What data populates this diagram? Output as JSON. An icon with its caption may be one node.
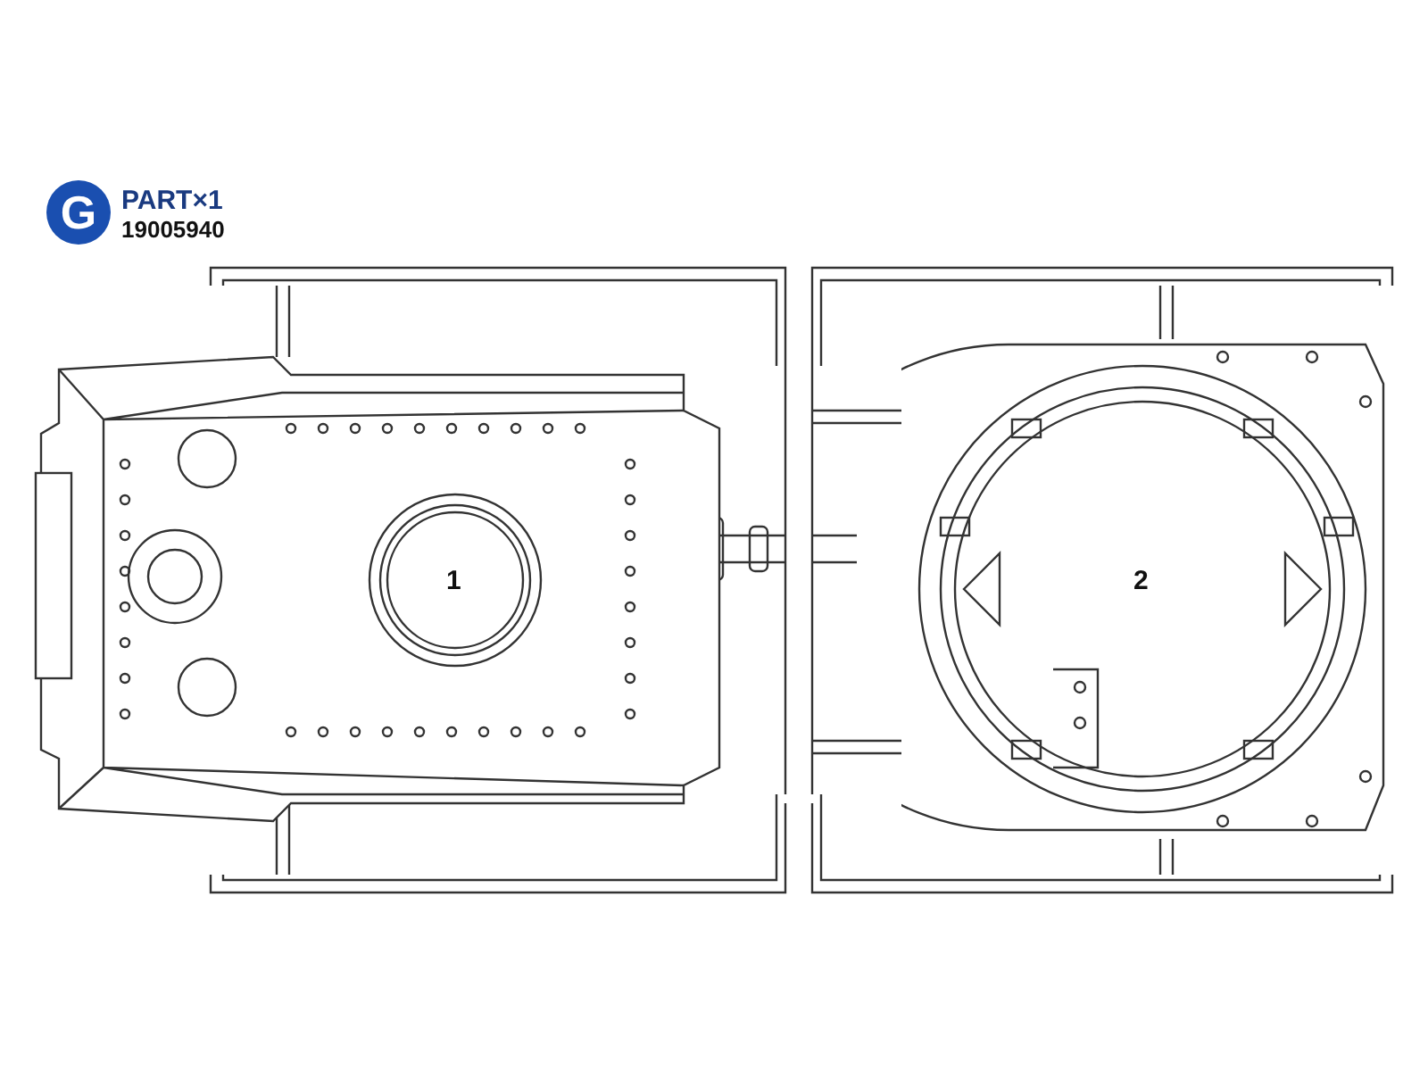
{
  "diagram": {
    "nodes": [
      {
        "text": [
          "G"
        ]
      },
      {
        "text": [
          "1"
        ]
      },
      {
        "text": [
          "2"
        ]
      }
    ],
    "labels": [
      "PART×1",
      "19005940"
    ]
  }
}
